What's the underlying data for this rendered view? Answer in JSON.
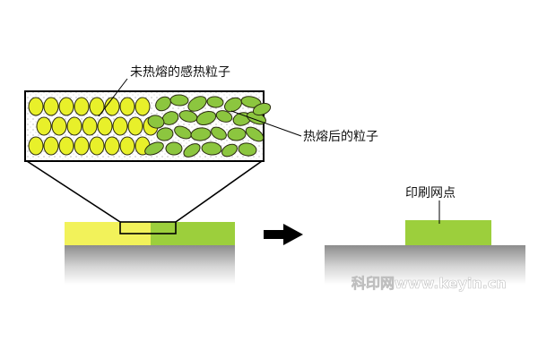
{
  "labels": {
    "unfused_particles": "未热熔的感热粒子",
    "fused_particles": "热熔后的粒子",
    "print_dot": "印刷网点"
  },
  "watermark": "科印网www.keyin.cn",
  "colors": {
    "unfused_particle": "#e8f02a",
    "fused_particle": "#8cc63f",
    "layer_yellow": "#f2f25a",
    "layer_green": "#9ccf3c",
    "arrow": "#000000"
  },
  "icons": {
    "arrow": "right-arrow-icon"
  }
}
